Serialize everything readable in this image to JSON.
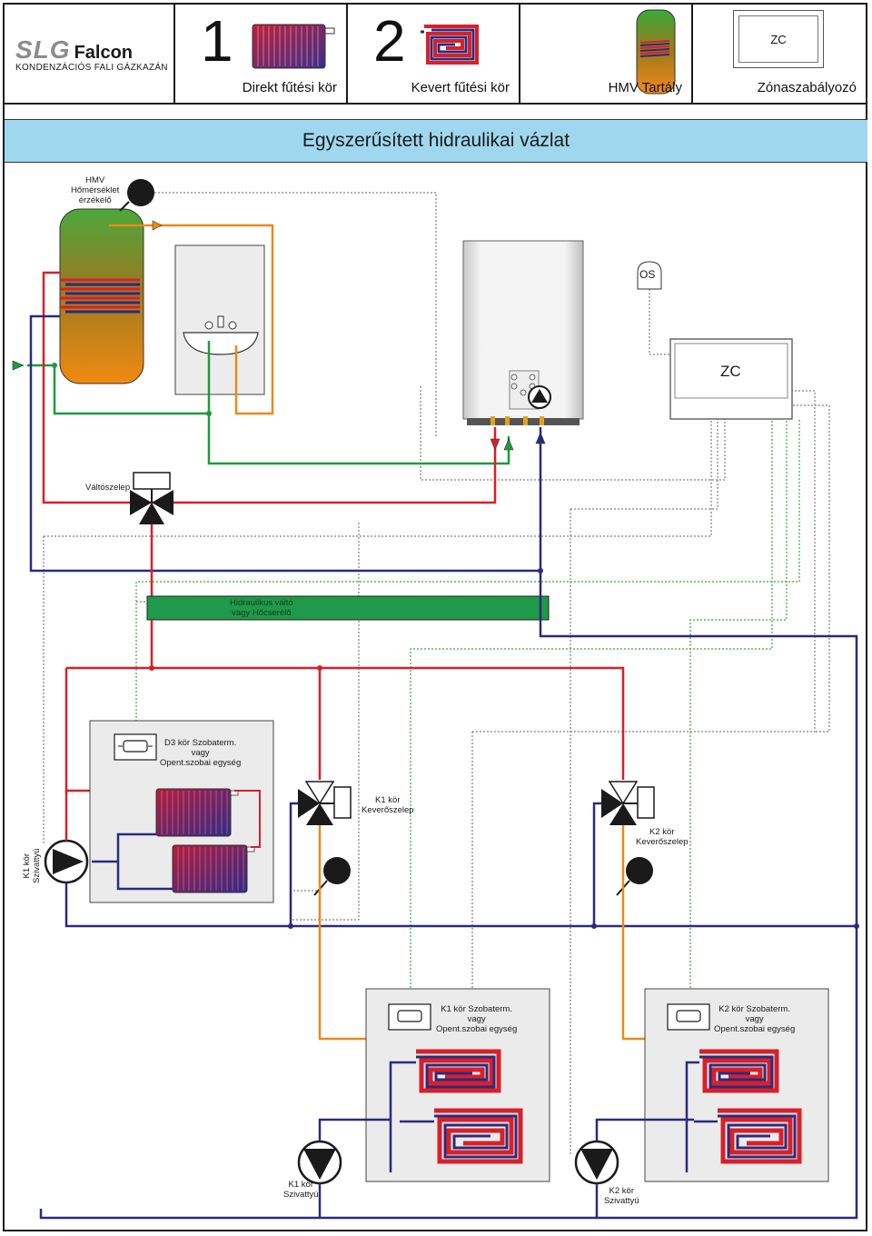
{
  "header": {
    "logo": {
      "brand": "SLG",
      "product": "Falcon",
      "subtitle": "KONDENZÁCIÓS FALI GÁZKAZÁN"
    },
    "circuit1": {
      "number": "1",
      "caption": "Direkt fűtési kör"
    },
    "circuit2": {
      "number": "2",
      "caption": "Kevert fűtési kör"
    },
    "hmv": {
      "caption": "HMV Tartály"
    },
    "zone": {
      "icon_text": "ZC",
      "caption": "Zónaszabályozó"
    }
  },
  "title": "Egyszerűsített hidraulikai vázlat",
  "labels": {
    "hmv_sensor": "HMV\nHőmérséklet\nérzékelő",
    "os": "OS",
    "zc": "ZC",
    "valtoszelep": "Váltószelep",
    "hydraulic": "Hidraulikus váltó\nvagy Hőcserélő",
    "d3": "D3 kör Szobaterm.\nvagy\nOpent.szobai egység",
    "k1_mixer": "K1 kör\nKeverőszelep",
    "k2_mixer": "K2 kör\nKeverőszelep",
    "k1_pump_left": "K1 kör\nSzivattyú",
    "k1_room": "K1 kör Szobaterm.\nvagy\nOpent.szobai egység",
    "k2_room": "K2 kör Szobaterm.\nvagy\nOpent.szobai egység",
    "k1_pump": "K1 kör\nSzivattyú",
    "k2_pump": "K2 kör\nSzivattyú"
  },
  "colors": {
    "flow": "#d8202a",
    "return": "#2b2a7e",
    "dhw_hot": "#e88a1a",
    "cold": "#1e9a3c",
    "low_temp": "#e88a1a",
    "title_bg": "#9fd8ee",
    "hydraulic": "#1e9a4a",
    "room_box": "#ebebeb"
  },
  "icons": [
    "radiator-icon",
    "floor-heating-icon",
    "tank-icon",
    "thermostat-icon",
    "pump-icon",
    "mixing-valve-icon",
    "sensor-icon",
    "boiler-icon"
  ]
}
